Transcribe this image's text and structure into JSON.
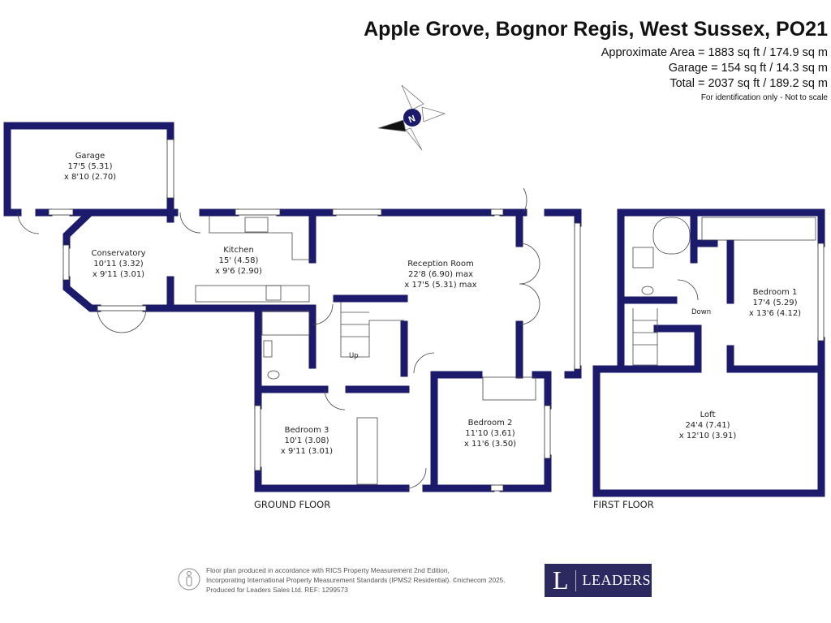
{
  "header": {
    "title": "Apple Grove, Bognor Regis, West Sussex, PO21",
    "areas": [
      "Approximate Area = 1883 sq ft / 174.9 sq m",
      "Garage = 154 sq ft / 14.3 sq m",
      "Total = 2037 sq ft / 189.2 sq m"
    ],
    "note": "For identification only - Not to scale"
  },
  "compass": {
    "label": "N"
  },
  "ground_floor": {
    "label": "GROUND FLOOR",
    "stairs_label": "Up",
    "rooms": [
      {
        "name": "Garage",
        "dim1": "17'5 (5.31)",
        "dim2": "x 8'10 (2.70)"
      },
      {
        "name": "Conservatory",
        "dim1": "10'11 (3.32)",
        "dim2": "x 9'11 (3.01)"
      },
      {
        "name": "Kitchen",
        "dim1": "15' (4.58)",
        "dim2": "x 9'6 (2.90)"
      },
      {
        "name": "Reception Room",
        "dim1": "22'8 (6.90) max",
        "dim2": "x 17'5 (5.31) max"
      },
      {
        "name": "Bedroom 3",
        "dim1": "10'1 (3.08)",
        "dim2": "x 9'11 (3.01)"
      },
      {
        "name": "Bedroom 2",
        "dim1": "11'10 (3.61)",
        "dim2": "x 11'6 (3.50)"
      }
    ]
  },
  "first_floor": {
    "label": "FIRST FLOOR",
    "stairs_label": "Down",
    "rooms": [
      {
        "name": "Bedroom 1",
        "dim1": "17'4 (5.29)",
        "dim2": "x 13'6 (4.12)"
      },
      {
        "name": "Loft",
        "dim1": "24'4 (7.41)",
        "dim2": "x 12'10 (3.91)"
      }
    ]
  },
  "footer": {
    "lines": [
      "Floor plan produced in accordance with RICS Property Measurement 2nd Edition,",
      "Incorporating International Property Measurement Standards (IPMS2 Residential).   ©nichecom 2025.",
      "Produced for Leaders Sales Ltd.    REF:  1299573"
    ],
    "logo_letter": "L",
    "logo_name": "LEADERS"
  },
  "colors": {
    "wall": "#1c1a6b",
    "logo_bg": "#2c2960"
  }
}
